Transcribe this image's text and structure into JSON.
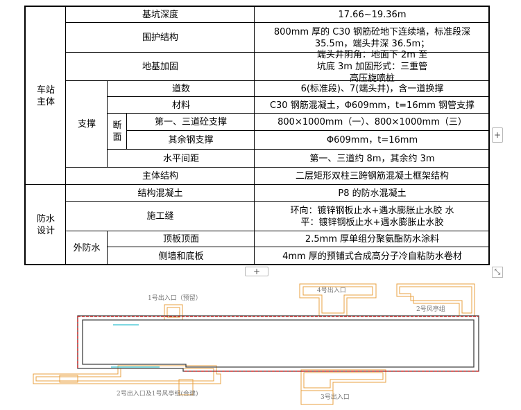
{
  "table": {
    "station_body": "车站主体",
    "waterproof": "防水设计",
    "support": "支撑",
    "section": "断面",
    "outer_waterproof": "外防水",
    "rows": [
      {
        "item": "基坑深度",
        "value": "17.66~19.36m"
      },
      {
        "item": "围护结构",
        "value": "800mm 厚的 C30 钢筋砼地下连续墙，标准段深 35.5m，端头井深 36.5m；"
      },
      {
        "item": "地基加固",
        "value": "端头井阴角：地面下 2m 至坑底 3m 加固形式：三重管高压旋喷桩"
      },
      {
        "item": "道数",
        "value": "6(标准段)、7(端头井)，含一道换撑"
      },
      {
        "item": "材料",
        "value": "C30 钢筋混凝土，Φ609mm，t=16mm 钢管支撑"
      },
      {
        "item": "第一、三道砼支撑",
        "value": "800×1000mm（一）、800×1000mm（三）"
      },
      {
        "item": "其余钢支撑",
        "value": "Φ609mm，t=16mm"
      },
      {
        "item": "水平间距",
        "value": "第一、三道约 8m，其余约 3m"
      },
      {
        "item": "主体结构",
        "value": "二层矩形双柱三跨钢筋混凝土框架结构"
      },
      {
        "item": "结构混凝土",
        "value": "P8 的防水混凝土"
      },
      {
        "item": "施工缝",
        "value": "环向：镀锌钢板止水+遇水膨胀止水胶 水平：镀锌钢板止水+遇水膨胀止水胶"
      },
      {
        "item": "顶板顶面",
        "value": "2.5mm 厚单组分聚氨酯防水涂料"
      },
      {
        "item": "侧墙和底板",
        "value": "4mm 厚的预铺式合成高分子冷自粘防水卷材"
      }
    ]
  },
  "controls": {
    "add_row": "+",
    "add_col": "+",
    "resize": "⤡"
  },
  "drawing": {
    "labels": {
      "exit1": "1号出入口（预留）",
      "exit4": "4号出入口",
      "wind2": "2号风亭组",
      "exit2_wind1": "2号出入口及1号风亭组(合建)",
      "exit3": "3号出入口"
    },
    "colors": {
      "structure": "#e8a040",
      "red_line": "#e02020",
      "cyan_line": "#30c0d0",
      "wall": "#404040"
    }
  }
}
